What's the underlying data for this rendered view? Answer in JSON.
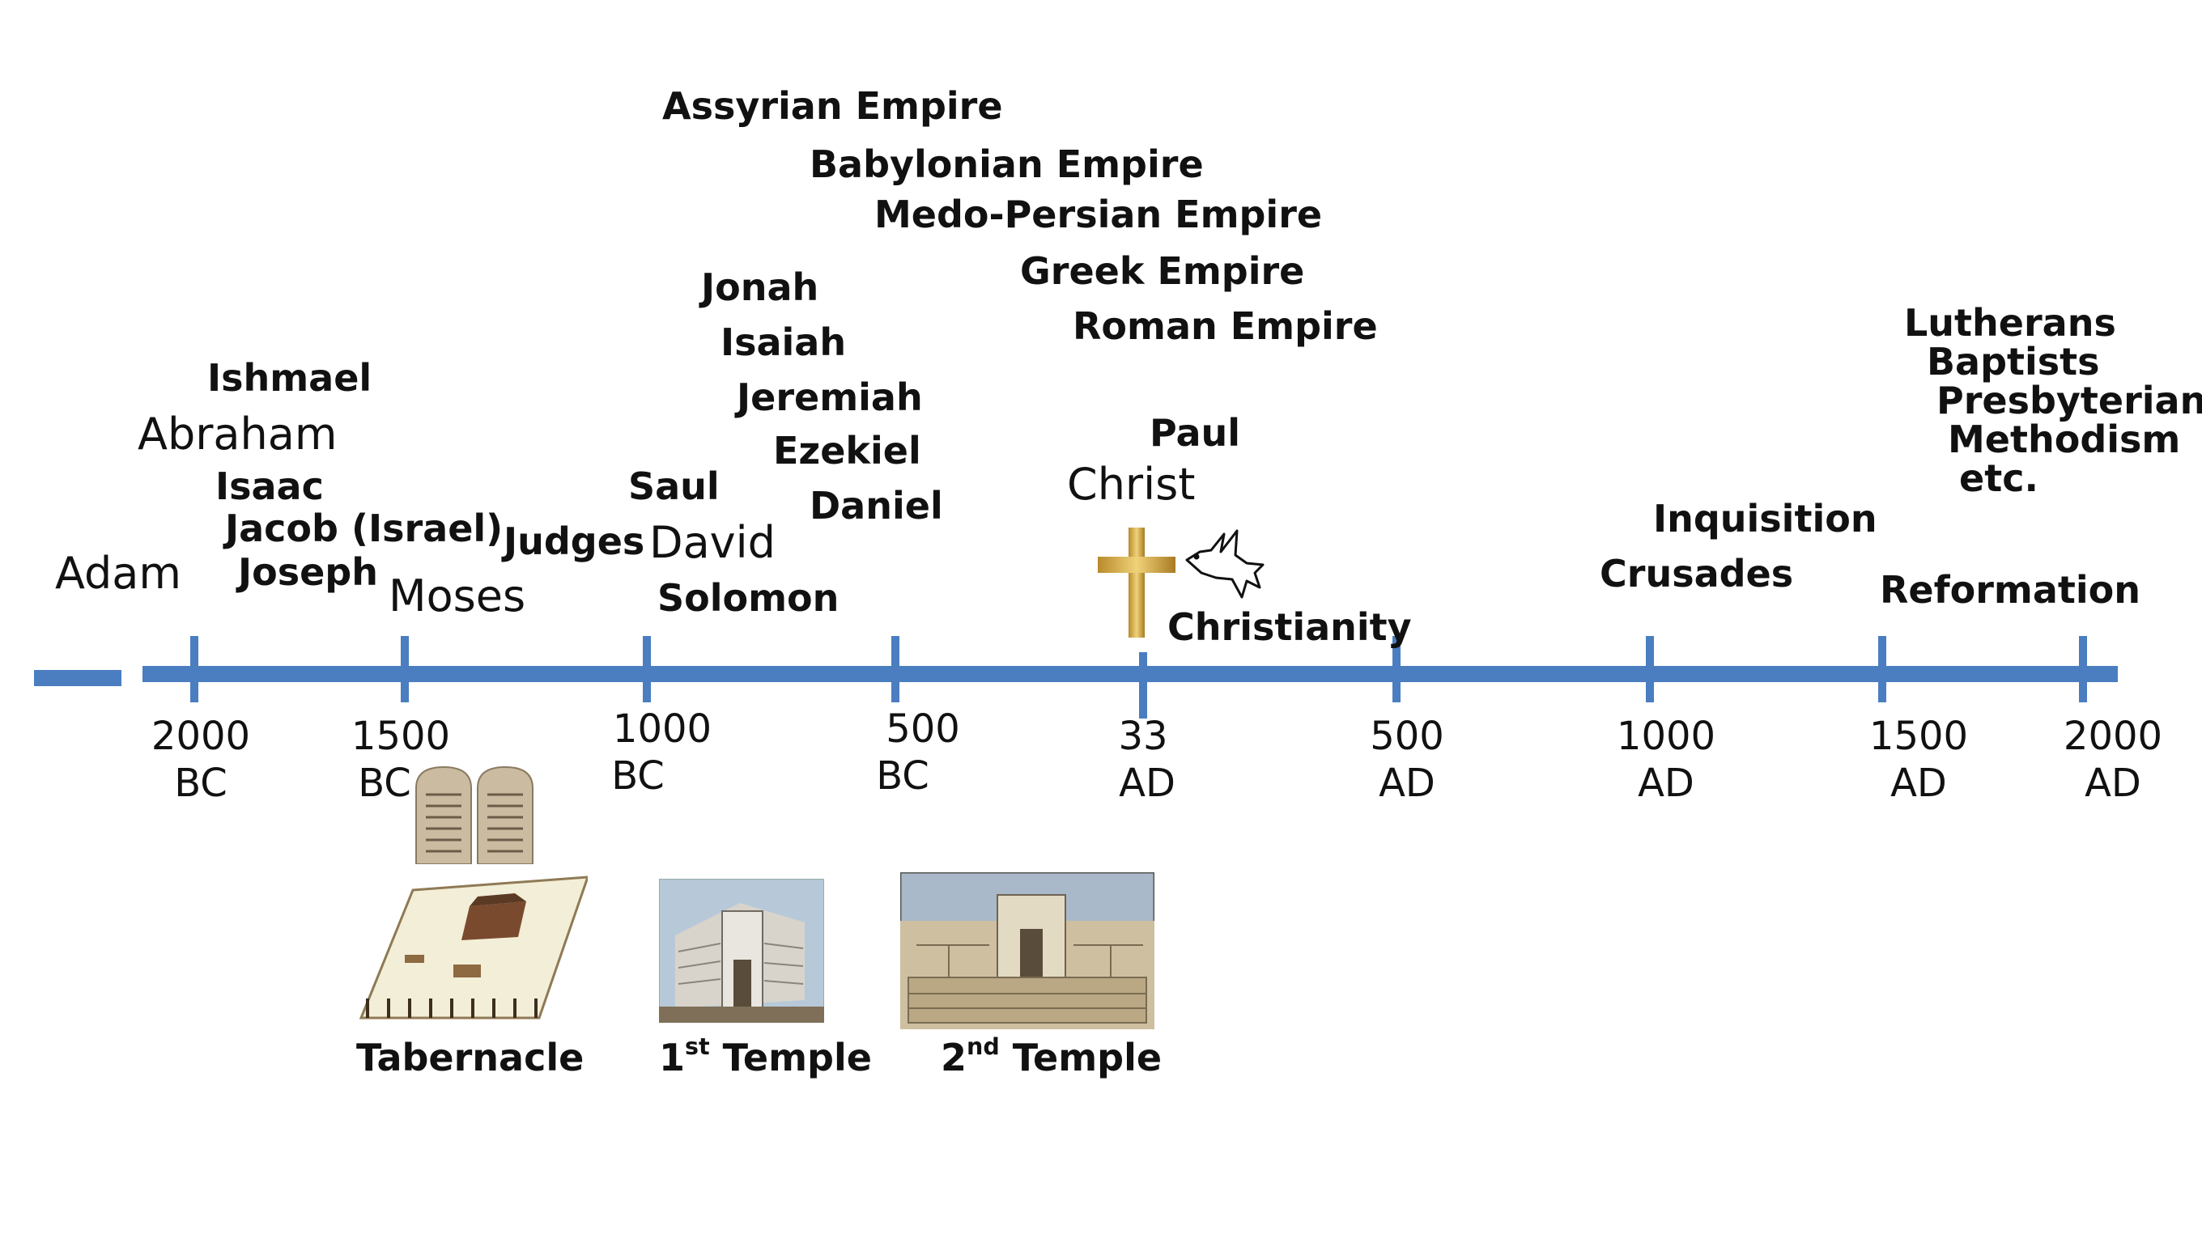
{
  "axis_labels": [
    {
      "top": "2000",
      "bottom": "BC"
    },
    {
      "top": "1500",
      "bottom": "BC"
    },
    {
      "top": "1000",
      "bottom": "BC"
    },
    {
      "top": "500",
      "bottom": "BC"
    },
    {
      "top": "33",
      "bottom": "AD"
    },
    {
      "top": "500",
      "bottom": "AD"
    },
    {
      "top": "1000",
      "bottom": "AD"
    },
    {
      "top": "1500",
      "bottom": "AD"
    },
    {
      "top": "2000",
      "bottom": "AD"
    }
  ],
  "empires": {
    "assyrian": "Assyrian Empire",
    "babylonian": "Babylonian Empire",
    "medo_persian": "Medo-Persian Empire",
    "greek": "Greek Empire",
    "roman": "Roman Empire"
  },
  "prophets": {
    "jonah": "Jonah",
    "isaiah": "Isaiah",
    "jeremiah": "Jeremiah",
    "ezekiel": "Ezekiel",
    "daniel": "Daniel"
  },
  "patriarchs": {
    "adam": "Adam",
    "ishmael": "Ishmael",
    "abraham": "Abraham",
    "isaac": "Isaac",
    "jacob": "Jacob (Israel)",
    "joseph": "Joseph",
    "moses": "Moses",
    "judges": "Judges"
  },
  "kings": {
    "saul": "Saul",
    "david": "David",
    "solomon": "Solomon"
  },
  "new_testament": {
    "paul": "Paul",
    "christ": "Christ",
    "christianity": "Christianity"
  },
  "church_history": {
    "inquisition": "Inquisition",
    "crusades": "Crusades",
    "reformation": "Reformation",
    "denominations": [
      "Lutherans",
      "Baptists",
      "Presbyterians",
      "Methodism",
      "etc."
    ]
  },
  "structures": {
    "tabernacle": "Tabernacle",
    "first_temple_num": "1",
    "first_temple_sup": "st",
    "first_temple_word": " Temple",
    "second_temple_num": "2",
    "second_temple_sup": "nd",
    "second_temple_word": " Temple"
  },
  "colors": {
    "axis": "#4a7ec0",
    "cross": "#c9a23a",
    "text": "#111111"
  },
  "icons": [
    "cross-icon",
    "dove-icon",
    "ten-commandments-tablets-icon"
  ]
}
